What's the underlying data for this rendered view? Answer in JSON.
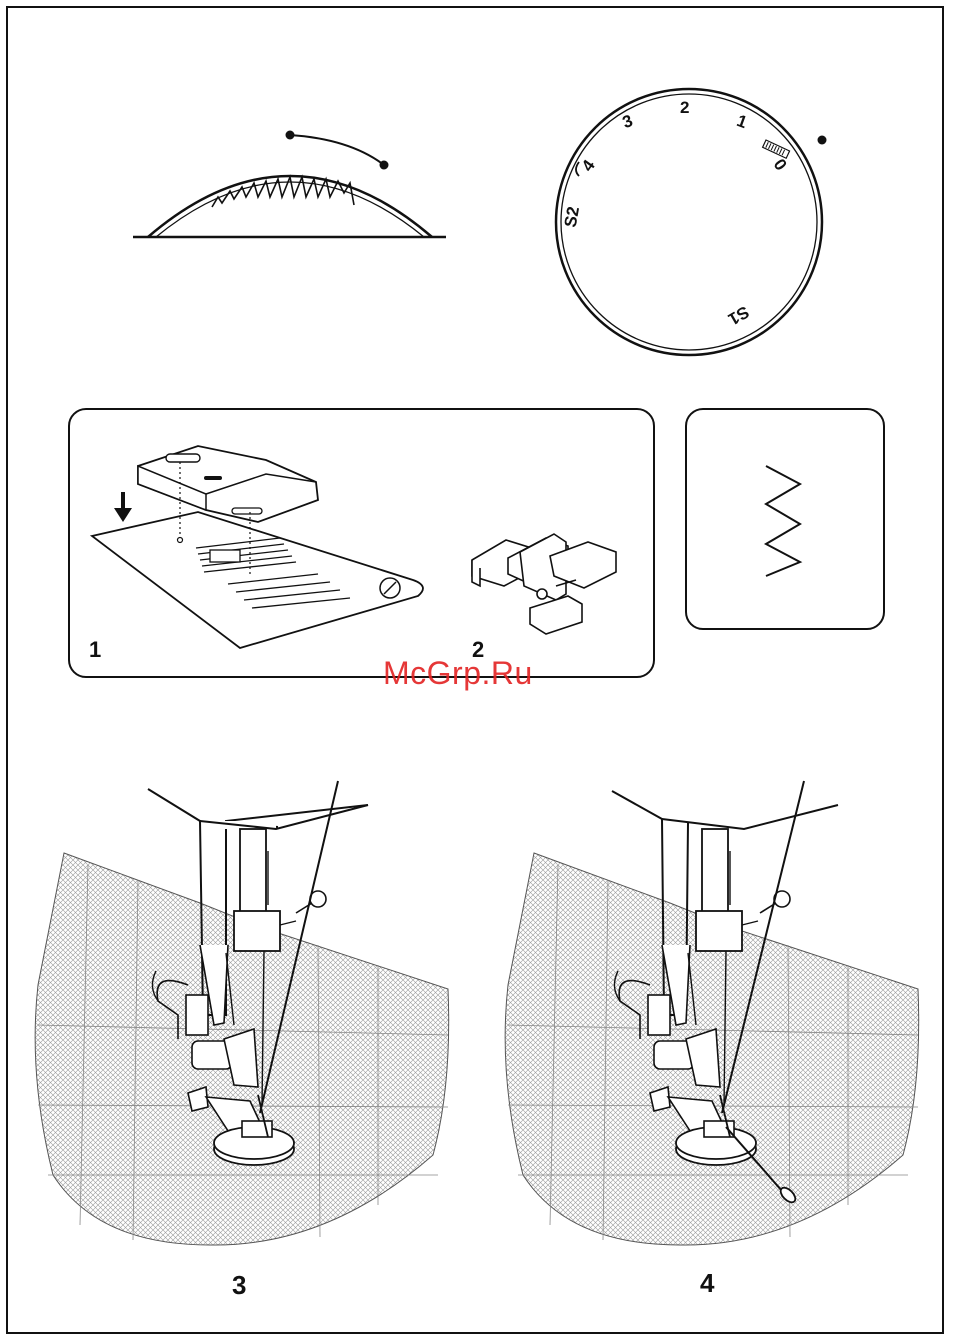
{
  "dial": {
    "labels": [
      "1",
      "2",
      "3",
      "4",
      "S2",
      "0",
      "S1"
    ]
  },
  "figures": {
    "label_1": "1",
    "label_2": "2",
    "label_3": "3",
    "label_4": "4"
  },
  "watermark": "McGrp.Ru",
  "colors": {
    "line": "#111111",
    "watermark": "#e32222",
    "fabric": "#bdbdbd"
  }
}
